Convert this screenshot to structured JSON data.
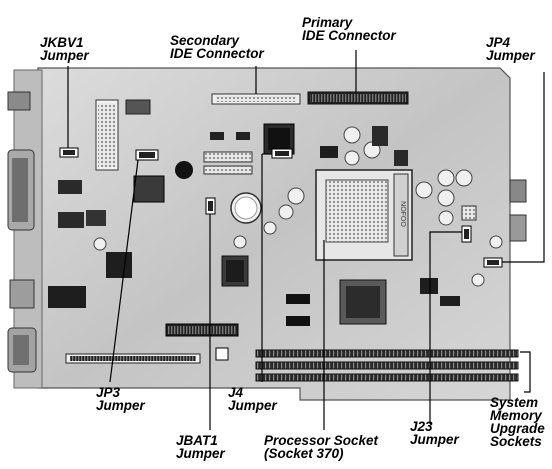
{
  "labels": {
    "jkbv1": [
      "JKBV1",
      "Jumper"
    ],
    "secondary_ide": [
      "Secondary",
      "IDE Connector"
    ],
    "primary_ide": [
      "Primary",
      "IDE Connector"
    ],
    "jp4": [
      "JP4",
      "Jumper"
    ],
    "jp3": [
      "JP3",
      "Jumper"
    ],
    "j4": [
      "J4",
      "Jumper"
    ],
    "j23": [
      "J23",
      "Jumper"
    ],
    "jbat1": [
      "JBAT1",
      "Jumper"
    ],
    "processor_socket": [
      "Processor Socket",
      "(Socket 370)"
    ],
    "system_memory": [
      "System",
      "Memory",
      "Upgrade",
      "Sockets"
    ]
  },
  "chip_marking": "NOFOO",
  "colors": {
    "board": "#cfcfcf",
    "board_dark": "#9a9a9a",
    "component_black": "#1a1a1a",
    "leader_line": "#000000"
  }
}
